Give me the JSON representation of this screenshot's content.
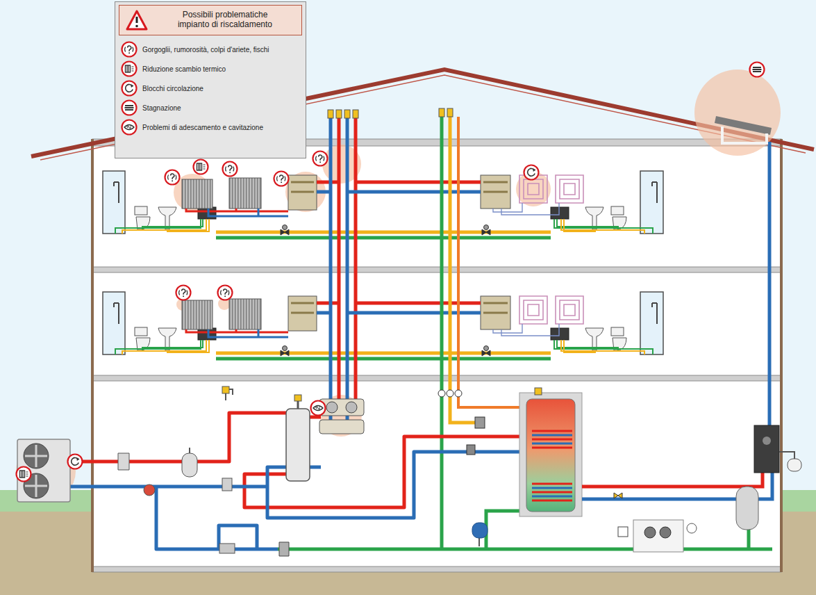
{
  "diagram": {
    "title": "Possibili problematiche impianto di riscaldamento",
    "legend": [
      {
        "text": "Gorgoglii, rumorosità, colpi d'ariete, fischi"
      },
      {
        "text": "Riduzione scambio termico"
      },
      {
        "text": "Blocchi circolazione"
      },
      {
        "text": "Stagnazione"
      },
      {
        "text": "Problemi di adescamento e cavitazione"
      }
    ]
  }
}
